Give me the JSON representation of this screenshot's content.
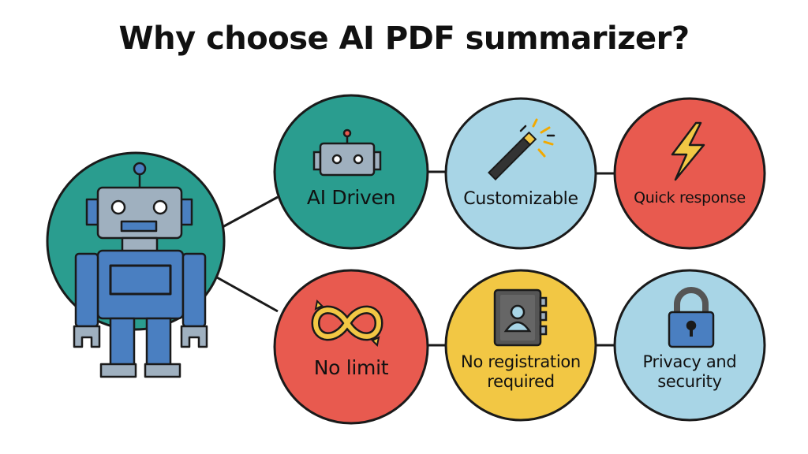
{
  "title": "Why choose AI PDF summarizer?",
  "features": [
    {
      "label": "AI Driven",
      "icon": "robot-head-icon",
      "color": "#2a9d8f"
    },
    {
      "label": "Customizable",
      "icon": "magic-wand-icon",
      "color": "#a8d5e6"
    },
    {
      "label": "Quick response",
      "icon": "lightning-bolt-icon",
      "color": "#e85a4f"
    },
    {
      "label": "No limit",
      "icon": "infinity-arrows-icon",
      "color": "#e85a4f"
    },
    {
      "label": "No registration\nrequired",
      "icon": "address-book-icon",
      "color": "#f2c744"
    },
    {
      "label": "Privacy and\nsecurity",
      "icon": "padlock-icon",
      "color": "#a8d5e6"
    }
  ],
  "robot": {
    "icon": "robot-icon",
    "circle_color": "#2a9d8f",
    "body_color": "#4a7fc1",
    "head_color": "#9fb0bf"
  }
}
